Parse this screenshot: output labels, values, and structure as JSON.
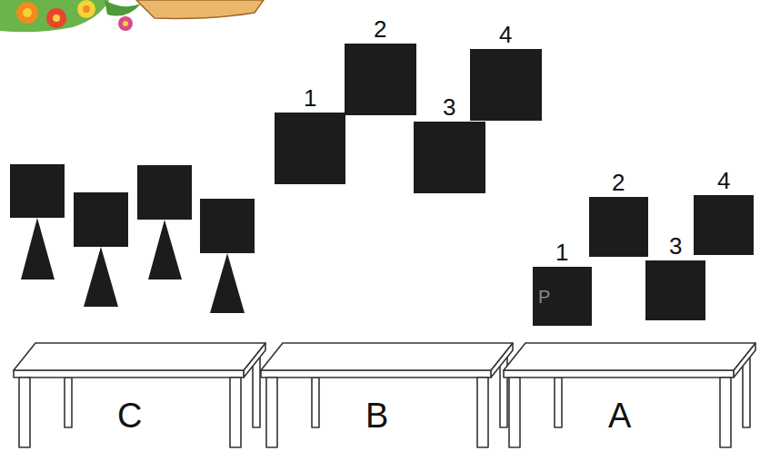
{
  "diagram": {
    "nodes": [
      {
        "text": [
          "1"
        ]
      },
      {
        "text": [
          "2"
        ]
      },
      {
        "text": [
          "3"
        ]
      },
      {
        "text": [
          "4"
        ]
      },
      {
        "text": [
          "1",
          "P"
        ]
      },
      {
        "text": [
          "2"
        ]
      },
      {
        "text": [
          "3"
        ]
      },
      {
        "text": [
          "4"
        ]
      },
      {
        "text": [
          "C"
        ]
      },
      {
        "text": [
          "B"
        ]
      },
      {
        "text": [
          "A"
        ]
      }
    ]
  }
}
